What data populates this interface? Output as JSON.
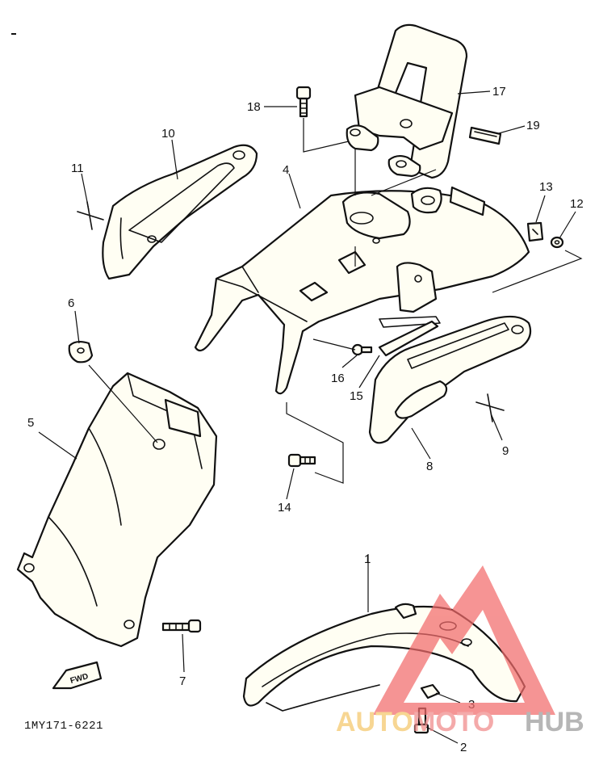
{
  "diagram": {
    "part_code": "1MY171-6221",
    "fwd_label": "FWD",
    "callouts": [
      "1",
      "2",
      "3",
      "4",
      "5",
      "6",
      "7",
      "8",
      "9",
      "10",
      "11",
      "12",
      "13",
      "14",
      "15",
      "16",
      "17",
      "18",
      "19"
    ]
  },
  "watermark": {
    "word_1": "AUTO",
    "word_2": "MOTO",
    "word_3": "HUB",
    "colors": {
      "auto": "#f5c76a",
      "moto": "#f08a8a",
      "hub": "#9a9a9a",
      "triangle": "#f26b6b"
    }
  },
  "colors": {
    "line": "#111111",
    "paper": "#ffffff",
    "part_fill": "#fffef3"
  }
}
